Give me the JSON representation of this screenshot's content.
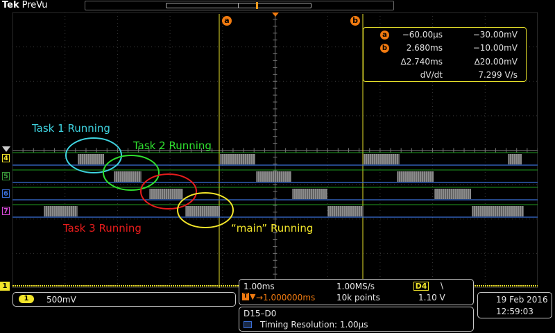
{
  "header": {
    "brand": "Tek",
    "mode": "PreVu"
  },
  "cursors": {
    "a_label": "a",
    "b_label": "b"
  },
  "measurement": {
    "row_a": {
      "marker": "a",
      "time": "−60.00µs",
      "volt": "−30.00mV"
    },
    "row_b": {
      "marker": "b",
      "time": "2.680ms",
      "volt": "−10.00mV"
    },
    "delta": {
      "time": "∆2.740ms",
      "volt": "∆20.00mV"
    },
    "rate": {
      "label": "dV/dt",
      "value": "7.299 V/s"
    }
  },
  "channel_labels": {
    "ch4": "4",
    "ch5": "5",
    "ch6": "6",
    "ch7": "7",
    "ch1": "1"
  },
  "annotations": {
    "task1": "Task 1 Running",
    "task2": "Task 2 Running",
    "task3": "Task 3 Running",
    "main": "“main” Running"
  },
  "colors": {
    "task1": "#3fd3e0",
    "task2": "#2fe02f",
    "task3": "#e81c1c",
    "main": "#f2e52a",
    "cursor": "#f07a10",
    "ch1": "#f2e52a",
    "grid": "#3a3a3a"
  },
  "status": {
    "ch1": {
      "badge": "1",
      "scale": "500mV"
    },
    "horizontal": {
      "scale": "1.00ms",
      "sample_rate": "1.00MS/s",
      "trigger_pos_label": "T",
      "trigger_pos": "→1.000000ms",
      "record_length": "10k points"
    },
    "trigger": {
      "source": "D4",
      "slope": "\\",
      "level": "1.10 V"
    },
    "datetime": {
      "date": "19 Feb  2016",
      "time": "12:59:03"
    },
    "bus": {
      "name": "D15–D0",
      "resolution": "Timing Resolution: 1.00µs"
    }
  }
}
